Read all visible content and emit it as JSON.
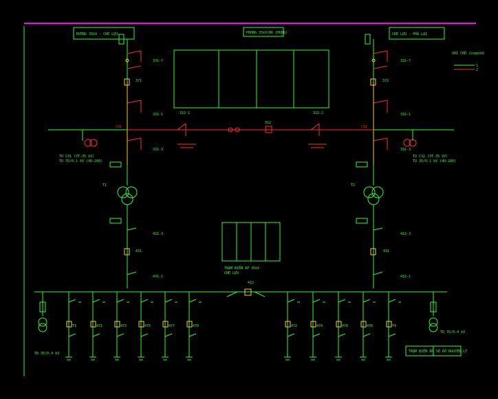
{
  "header": {
    "left_source": "ĐƯỜNG 35kV - CHỢ LỰU",
    "center_title": "PHÒNG 35kV(ĐK CHUNG)",
    "right_source": "CHỢ LỰU - PHẢ LẠI",
    "legend_title": "GHI CHÚ (Legend)",
    "legend_items": [
      "1",
      "2"
    ]
  },
  "bays_top": {
    "left": [
      "331-7",
      "371",
      "331-1",
      "331-3"
    ],
    "right": [
      "332-7",
      "372",
      "332-1",
      "332-3"
    ],
    "buses": [
      "C31",
      "C32"
    ],
    "coupler": [
      "312-1",
      "312",
      "312-2"
    ],
    "vt_left": [
      "TU C31 (VT-35 kV)",
      "TU 35/0.1 kV (4U-200)"
    ],
    "vt_right": [
      "TU C32 (VT-35 kV)",
      "TU 35/0.1 kV (4U-200)"
    ]
  },
  "transformers": {
    "left": "T1",
    "right": "T2"
  },
  "bays_mid": {
    "left": [
      "431-3",
      "431",
      "431-1"
    ],
    "right": [
      "432-3",
      "432",
      "432-1"
    ],
    "bus_tie": "412"
  },
  "feeders": {
    "left": [
      "T3",
      "471",
      "473",
      "475",
      "477",
      "479"
    ],
    "right": [
      "472",
      "474",
      "476",
      "478",
      "T4"
    ],
    "aux_left": "TD 35/0.4 kV",
    "aux_right": "TD 35/0.4 kV"
  },
  "note_box": [
    "TRẠM BIẾN ÁP 35kV",
    "CHỢ LỰU"
  ],
  "title_block": [
    "TRẠM BIẾN ÁP",
    "SƠ ĐỒ NGUYÊN LÝ"
  ],
  "colors": {
    "green": "#2bff2b",
    "red": "#ff2b2b",
    "yellow": "#ffd21e",
    "magenta": "#ff00ff"
  }
}
